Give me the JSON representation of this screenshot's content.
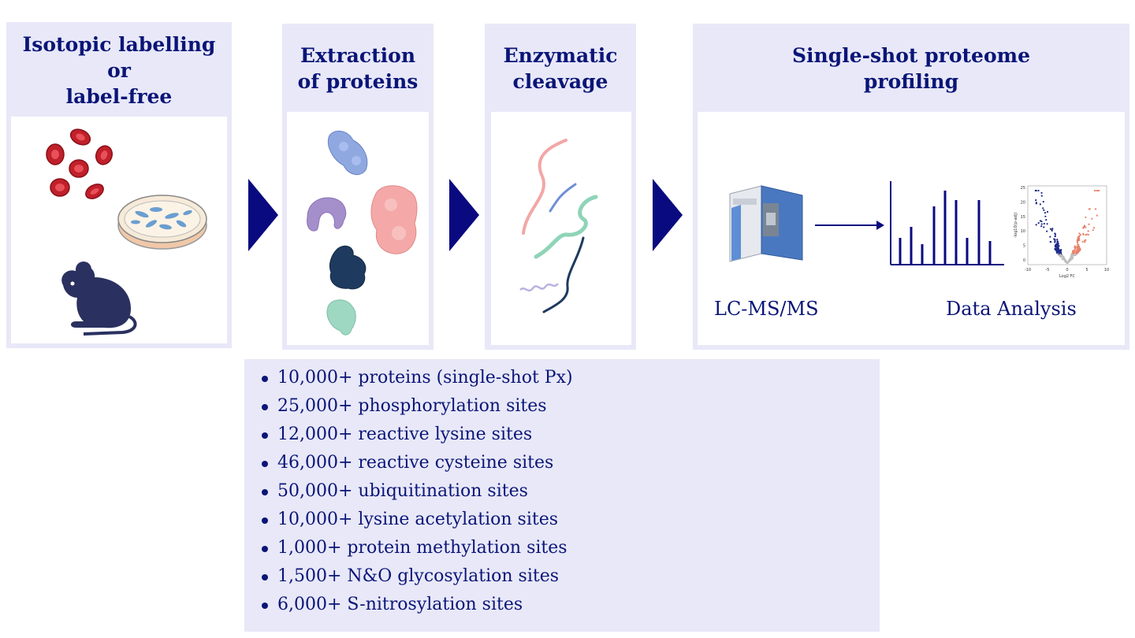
{
  "steps": [
    {
      "title": "Isotopic labelling\nor\nlabel-free"
    },
    {
      "title": "Extraction\nof proteins"
    },
    {
      "title": "Enzymatic\ncleavage"
    },
    {
      "title": "Single-shot proteome\nprofiling"
    }
  ],
  "captions": {
    "lcms": "LC-MS/MS",
    "analysis": "Data Analysis"
  },
  "volcano": {
    "xlabel": "Log2 FC",
    "ylabel": "-log10(p-adj)",
    "xticks": [
      "-10",
      "-5",
      "0",
      "5",
      "10"
    ],
    "yticks": [
      "25",
      "20",
      "15",
      "10",
      "5",
      "0"
    ]
  },
  "stats": [
    "10,000+ proteins (single-shot Px)",
    "25,000+ phosphorylation sites",
    "12,000+ reactive lysine sites",
    "46,000+ reactive cysteine sites",
    "50,000+ ubiquitination sites",
    "10,000+ lysine acetylation sites",
    "1,000+ protein methylation sites",
    "1,500+ N&O glycosylation sites",
    "6,000+ S-nitrosylation sites"
  ],
  "colors": {
    "navy": "#0a0a80",
    "panel": "#e8e8f8",
    "up": "#e8806a",
    "down": "#1c2a8a"
  }
}
